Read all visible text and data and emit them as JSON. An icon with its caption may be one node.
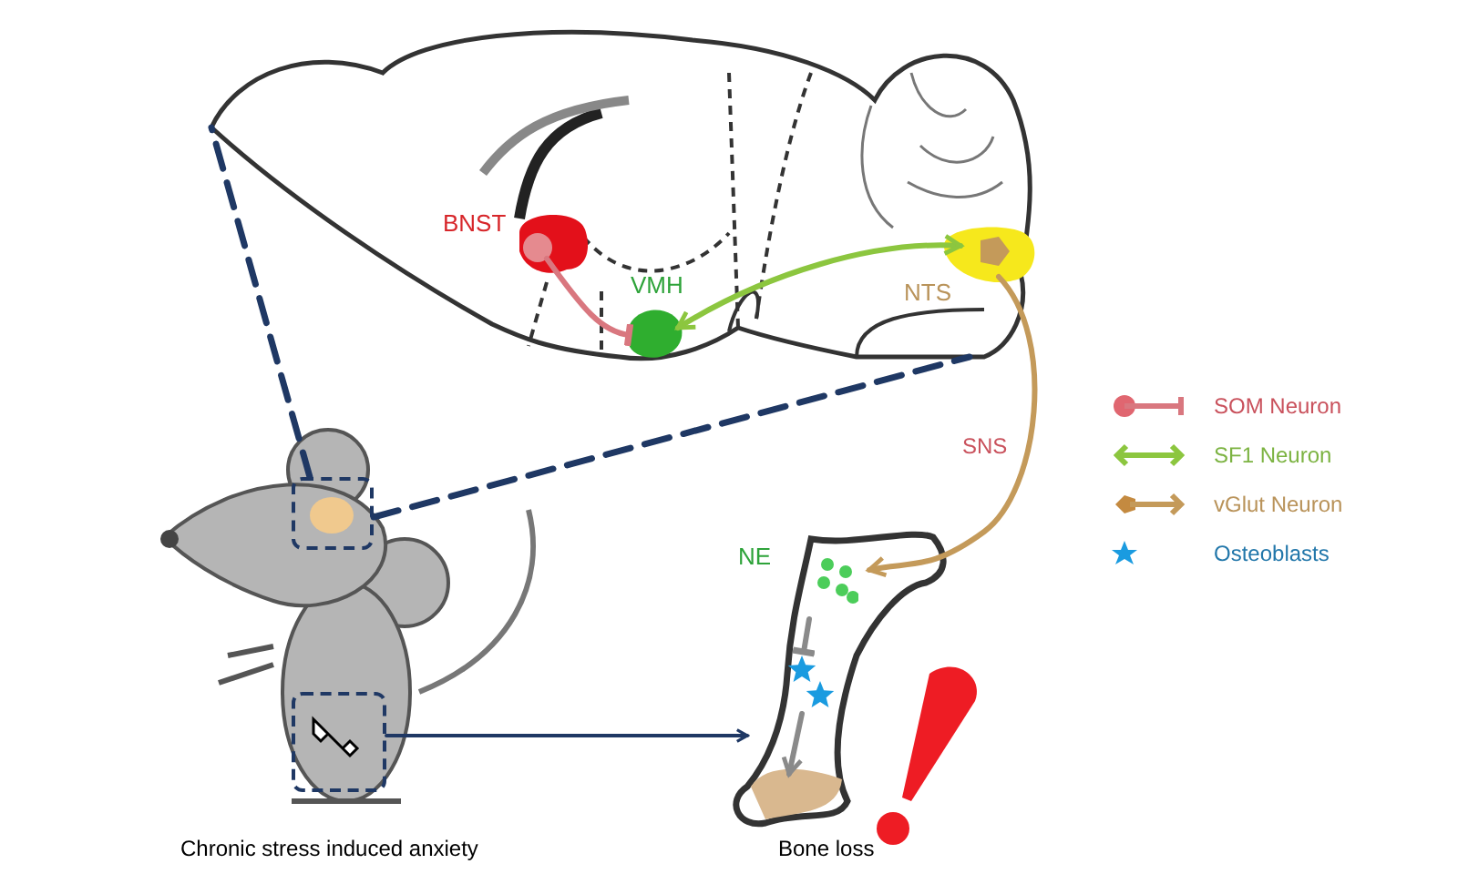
{
  "diagram": {
    "nodes": [
      {
        "text": [],
        "shape": "picture"
      },
      {
        "text": [
          "BNST"
        ],
        "in": 0
      },
      {
        "text": [
          "VMH"
        ],
        "in": 0
      },
      {
        "text": [
          "NTS"
        ],
        "in": 0
      },
      {
        "text": [],
        "shape": "picture",
        "beside": [
          "Chronic stress induced anxiety"
        ]
      },
      {
        "text": [],
        "shape": "box",
        "in": 4
      },
      {
        "text": [],
        "shape": "box",
        "in": 4
      },
      {
        "text": [],
        "shape": "picture",
        "beside": [
          "Bone loss"
        ]
      },
      {
        "text": [
          "NE"
        ],
        "in": 7
      },
      {
        "text": [],
        "shape": "star",
        "in": 7
      }
    ],
    "edges": [
      {
        "from": 1,
        "to": 2,
        "arrow": "other",
        "color": "#d9777f"
      },
      {
        "from": 2,
        "to": 3,
        "arrow": "both",
        "color": "#8cc63f"
      },
      {
        "from": 3,
        "to": 8,
        "arrow": "to",
        "label": "SNS",
        "color": "#c49a5a"
      },
      {
        "from": 5,
        "to": 0,
        "arrow": "none",
        "style": "dashed"
      },
      {
        "from": 5,
        "to": 0,
        "arrow": "none",
        "style": "dashed"
      },
      {
        "from": 6,
        "to": 7,
        "arrow": "to"
      },
      {
        "from": 8,
        "to": 9,
        "arrow": "other",
        "color": "#8a8a8a"
      },
      {
        "from": 9,
        "to": null,
        "arrow": "to",
        "color": "#8a8a8a"
      }
    ],
    "legend": [
      {
        "text": "SOM Neuron"
      },
      {
        "text": "SF1 Neuron"
      },
      {
        "text": "vGlut Neuron"
      },
      {
        "text": "Osteoblasts"
      }
    ]
  }
}
